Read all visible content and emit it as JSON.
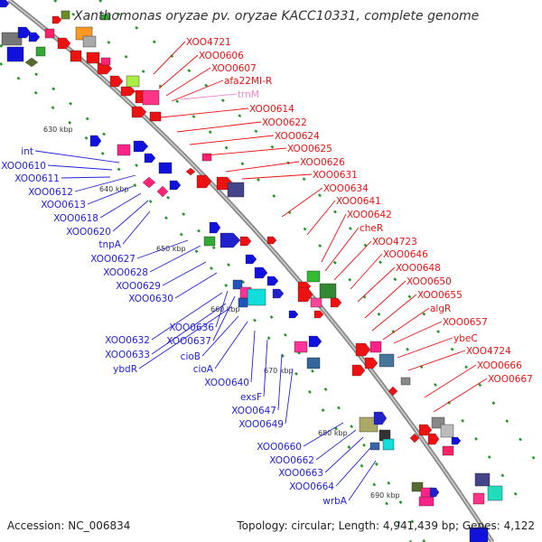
{
  "title": "Xanthomonas oryzae pv. oryzae KACC10331, complete genome",
  "footer": {
    "accession": "Accession: NC_006834",
    "summary": "Topology: circular; Length: 4,941,439 bp; Genes: 4,122"
  },
  "colors": {
    "right_label": "#ee1111",
    "left_label": "#2222dd",
    "rna_label": "#ee88cc",
    "backbone": "#8a8a8a",
    "orf_dot": "#229922"
  },
  "tick_labels": [
    "630 kbp",
    "640 kbp",
    "650 kbp",
    "660 kbp",
    "670 kbp",
    "680 kbp",
    "690 kbp"
  ],
  "right_genes": [
    "XOO4721",
    "XOO0606",
    "XOO0607",
    "afa22MI-R",
    "trnM",
    "XOO0614",
    "XOO0622",
    "XOO0624",
    "XOO0625",
    "XOO0626",
    "XOO0631",
    "XOO0634",
    "XOO0641",
    "XOO0642",
    "cheR",
    "XOO4723",
    "XOO0646",
    "XOO0648",
    "XOO0650",
    "XOO0655",
    "algR",
    "XOO0657",
    "ybeC",
    "XOO4724",
    "XOO0666",
    "XOO0667"
  ],
  "left_genes": [
    "int",
    "XOO0610",
    "XOO0611",
    "XOO0612",
    "XOO0613",
    "XOO0618",
    "XOO0620",
    "tnpA",
    "XOO0627",
    "XOO0628",
    "XOO0629",
    "XOO0630",
    "XOO0636",
    "XOO0632",
    "XOO0637",
    "XOO0633",
    "ybdR",
    "cioB",
    "cioA",
    "XOO0640",
    "exsF",
    "XOO0647",
    "XOO0649",
    "XOO0660",
    "XOO0662",
    "XOO0663",
    "XOO0664",
    "wrbA"
  ]
}
